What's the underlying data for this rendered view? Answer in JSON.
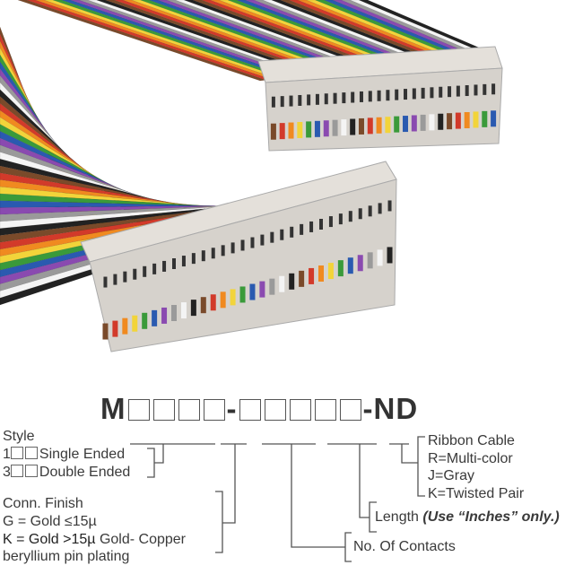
{
  "part_number": {
    "prefix": "M",
    "style_boxes": 4,
    "separator": "-",
    "second_boxes": 5,
    "suffix": "-ND"
  },
  "style": {
    "title": "Style",
    "options": [
      {
        "code": "1",
        "label": "Single Ended"
      },
      {
        "code": "3",
        "label": "Double Ended"
      }
    ]
  },
  "finish": {
    "title": "Conn. Finish",
    "g": "G = Gold ≤15µ",
    "k_bold": "K = Gold >15µ",
    "k_rest": " Gold- Copper",
    "k_line2": "beryllium pin plating"
  },
  "contacts": {
    "label": "No. Of Contacts"
  },
  "length": {
    "label": "Length ",
    "note": "(Use “Inches” only.)"
  },
  "ribbon": {
    "title": "Ribbon Cable",
    "options": [
      "R=Multi-color",
      "J=Gray",
      "K=Twisted Pair"
    ]
  },
  "colors": {
    "wires": [
      "#7a4a2a",
      "#d23a2a",
      "#f08a20",
      "#f2d43a",
      "#3a9a3a",
      "#2a5ab0",
      "#8a4ab0",
      "#9a9a9a",
      "#f4f4f4",
      "#222222"
    ],
    "connector": "#d9d5cf",
    "line": "#555555"
  }
}
